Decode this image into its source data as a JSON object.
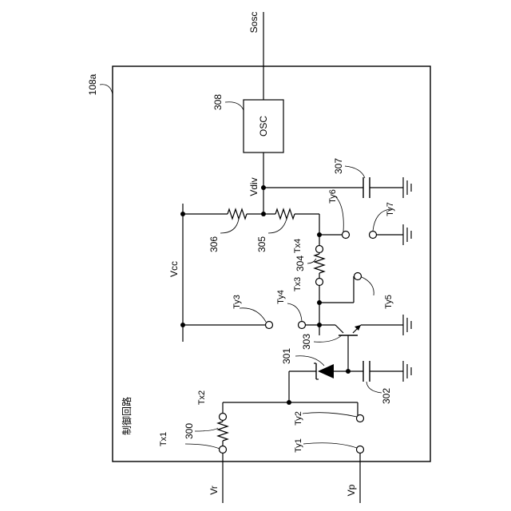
{
  "labels": {
    "sosc": "Sosc",
    "block_ref": "108a",
    "osc_ref": "308",
    "osc_text": "OSC",
    "cap307": "307",
    "vdiv": "Vdiv",
    "ty6": "Ty6",
    "ty7": "Ty7",
    "r306": "306",
    "r305": "305",
    "tx4": "Tx4",
    "r304": "304",
    "tx3": "Tx3",
    "vcc": "Vcc",
    "ty3": "Ty3",
    "ty4": "Ty4",
    "ty5": "Ty5",
    "q303": "303",
    "d301": "301",
    "cap302": "302",
    "control_circuit": "制御回路",
    "tx2": "Tx2",
    "r300": "300",
    "tx1": "Tx1",
    "ty2": "Ty2",
    "ty1": "Ty1",
    "vr": "Vr",
    "vp": "Vp"
  }
}
